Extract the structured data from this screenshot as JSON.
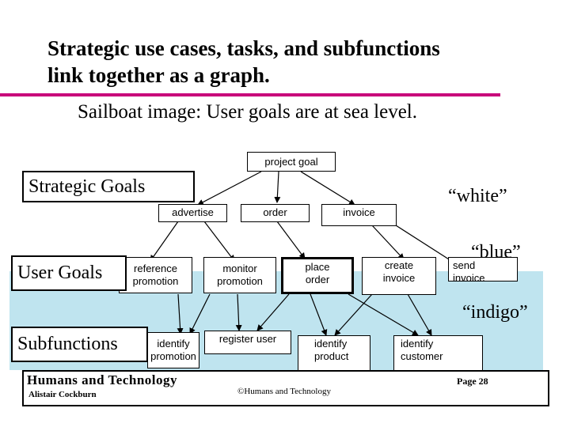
{
  "slide": {
    "title": "Strategic use cases, tasks, and subfunctions\nlink together as a graph.",
    "subtitle": "Sailboat image:  User goals are at sea level."
  },
  "levels": {
    "strategic": "Strategic Goals",
    "user": "User Goals",
    "sub": "Subfunctions"
  },
  "colors": {
    "white": "“white”",
    "blue": "“blue”",
    "indigo": "“indigo”",
    "sea_color": "#bfe4ef",
    "rule_color": "#c8007a"
  },
  "nodes": {
    "project_goal": "project goal",
    "advertise": "advertise",
    "order": "order",
    "invoice": "invoice",
    "reference_promotion": "reference\npromotion",
    "monitor_promotion": "monitor\npromotion",
    "place_order": "place\norder",
    "create_invoice": "create\ninvoice",
    "send_invoice": "send\ninvoice",
    "identify_promotion": "identify\npromotion",
    "register_user": "register user",
    "identify_product": "identify\nproduct",
    "identify_customer": "identify\ncustomer"
  },
  "footer": {
    "brand": "Humans and Technology",
    "author": "Alistair Cockburn",
    "copyright": "©Humans and Technology",
    "page": "Page 28"
  }
}
